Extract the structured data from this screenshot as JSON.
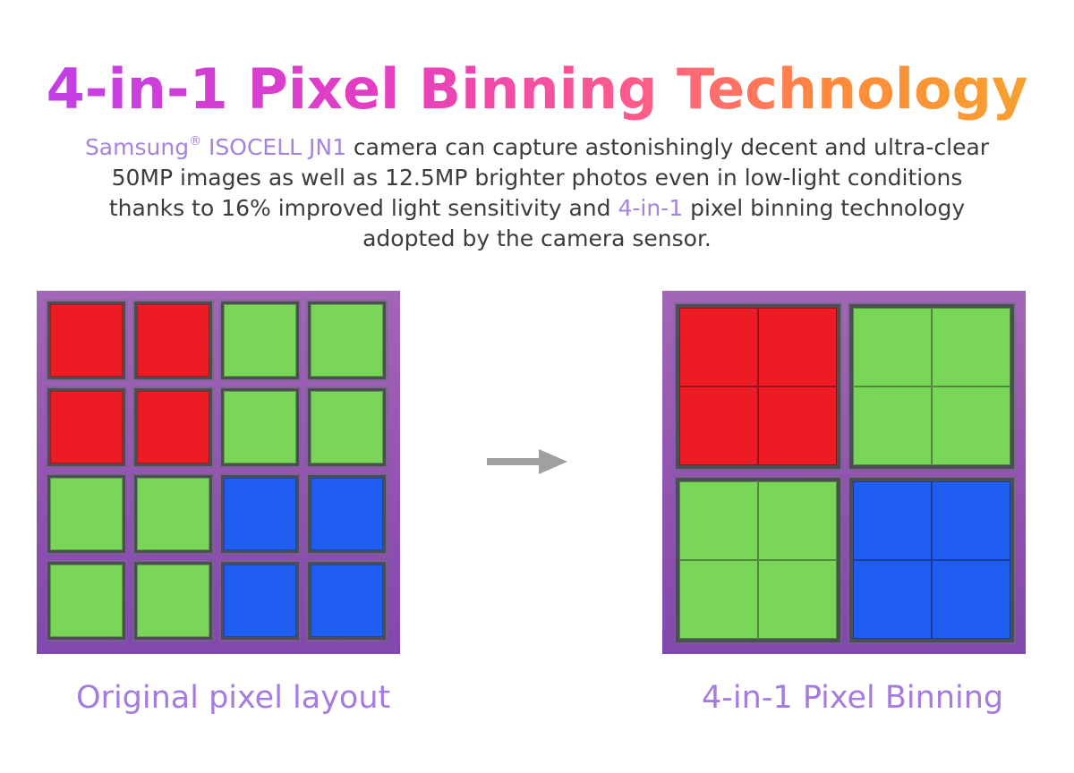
{
  "title": {
    "part1": "4-in-1 Pixel Binning Technology"
  },
  "description": {
    "brand": "Samsung",
    "reg": "®",
    "sensor": " ISOCELL JN1",
    "text1": " camera can capture astonishingly decent and ultra-clear",
    "line2": "50MP images as well as 12.5MP brighter photos even in low-light conditions",
    "line3a": "thanks to 16% improved light sensitivity and ",
    "line3hl": "4-in-1",
    "line3b": " pixel binning technology",
    "line4": "adopted by the camera sensor."
  },
  "diagram": {
    "original_grid": [
      [
        "red",
        "red",
        "green",
        "green"
      ],
      [
        "red",
        "red",
        "green",
        "green"
      ],
      [
        "green",
        "green",
        "blue",
        "blue"
      ],
      [
        "green",
        "green",
        "blue",
        "blue"
      ]
    ],
    "binned_grid": [
      [
        "red",
        "green"
      ],
      [
        "green",
        "blue"
      ]
    ],
    "colors": {
      "red": "#ed1c24",
      "green": "#7ad658",
      "blue": "#1f5ef0",
      "board": "#9052b0",
      "arrow": "#a0a0a0",
      "caption": "#a67be0"
    }
  },
  "captions": {
    "left": "Original pixel layout",
    "right": "4-in-1 Pixel Binning"
  }
}
